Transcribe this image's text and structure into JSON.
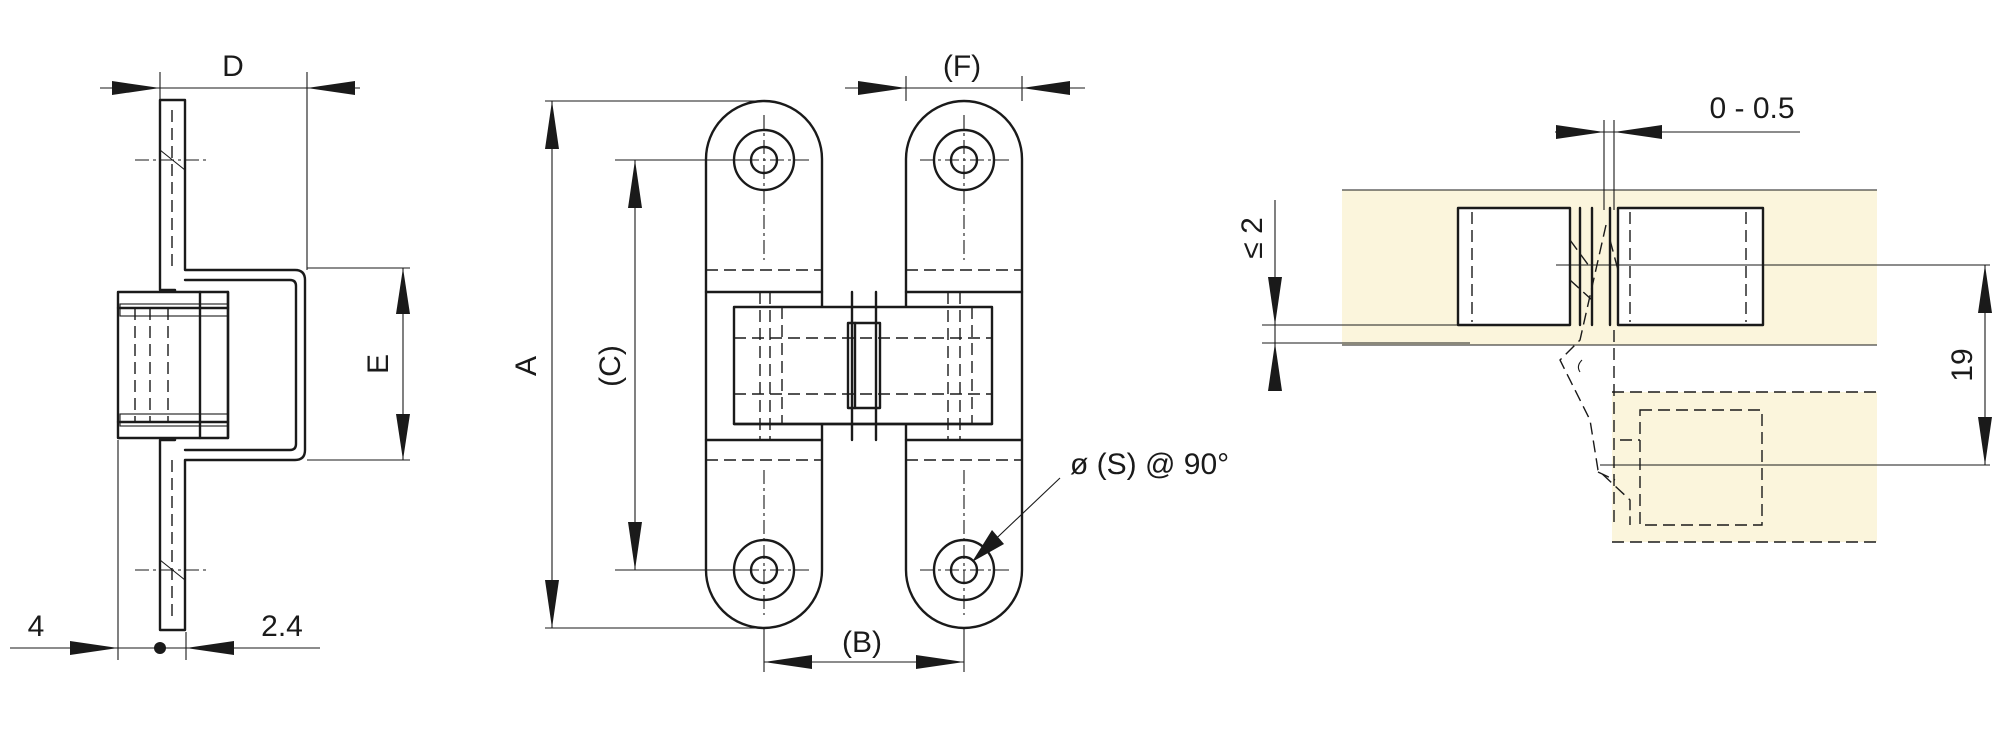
{
  "colors": {
    "line": "#1a1a1a",
    "wood_fill": "#fbf5dc",
    "background": "#ffffff"
  },
  "labels": {
    "d": "D",
    "e": "E",
    "four": "4",
    "two_point_four": "2.4",
    "a": "A",
    "c": "(C)",
    "f": "(F)",
    "b": "(B)",
    "s": "ø (S) @ 90°",
    "gap": "0 - 0.5",
    "le2": "≤ 2",
    "nineteen": "19"
  }
}
